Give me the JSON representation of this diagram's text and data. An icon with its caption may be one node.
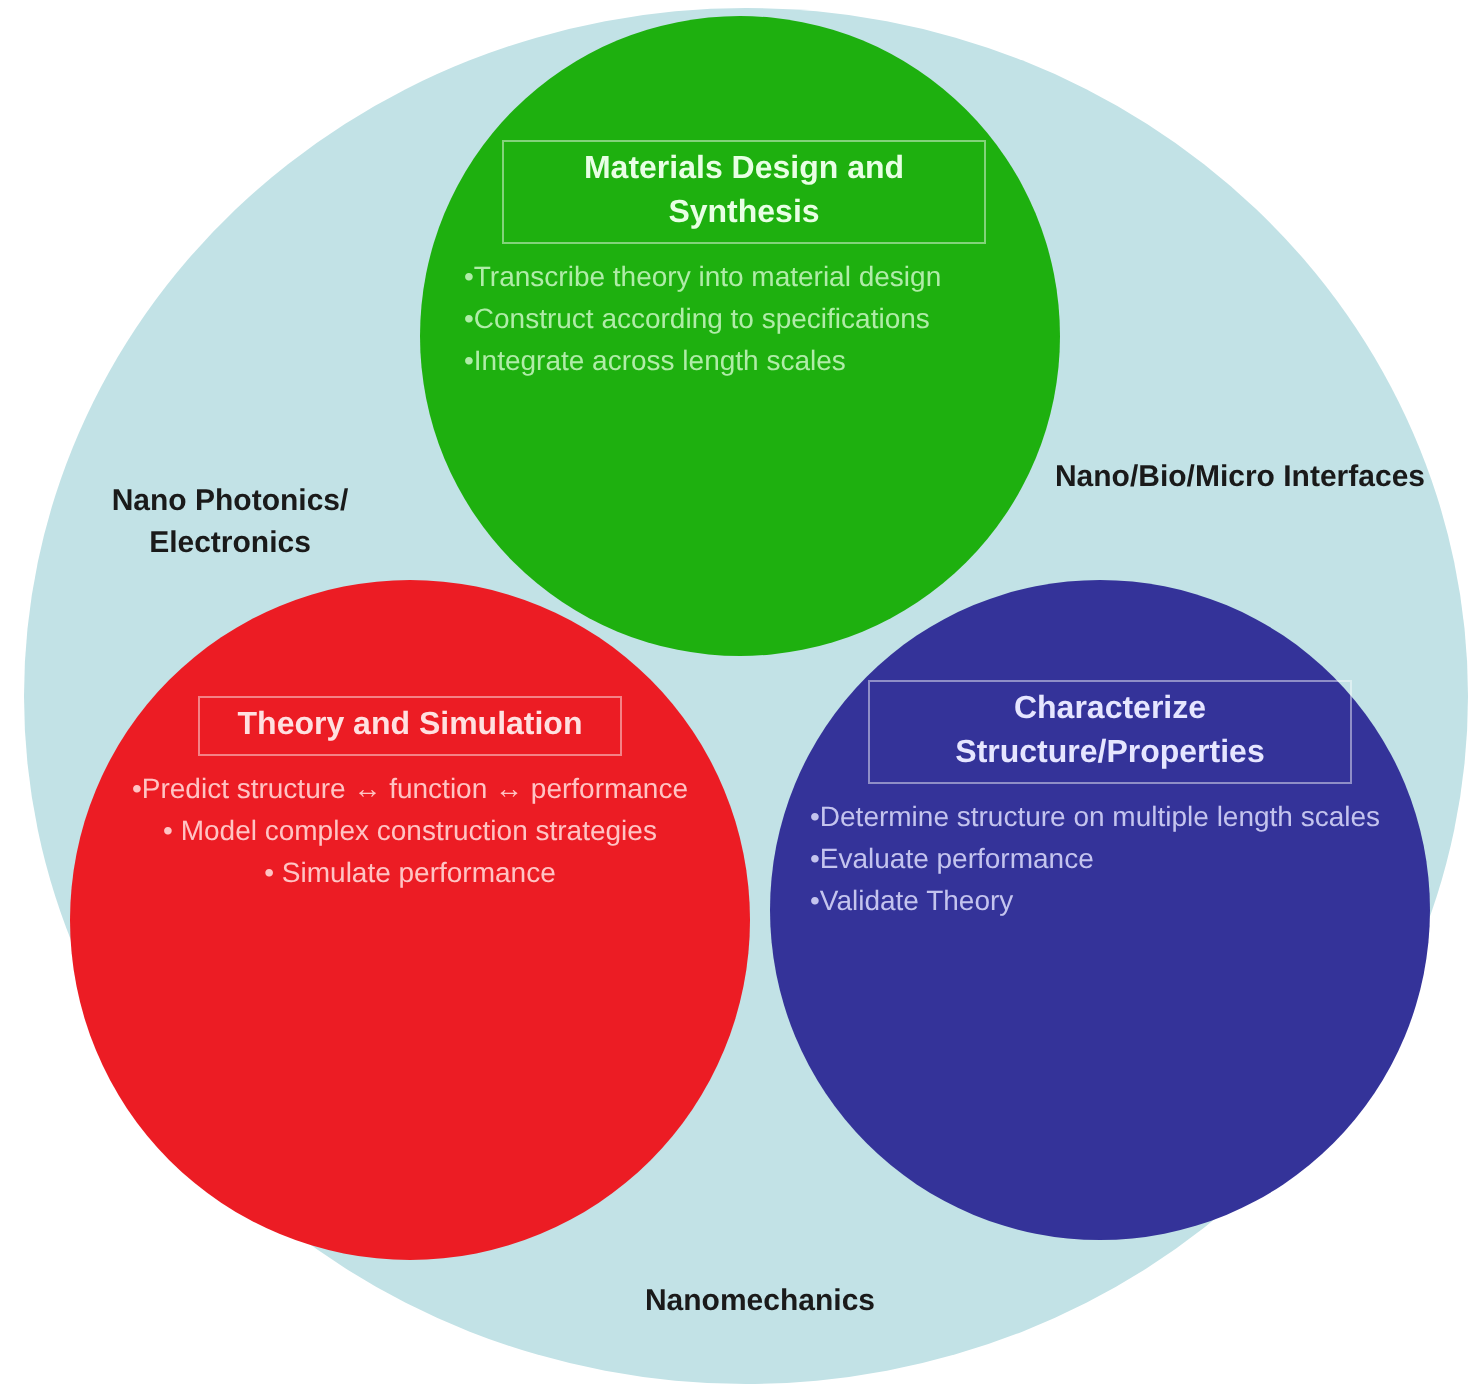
{
  "diagram": {
    "nodes": [
      {
        "text": [
          "Nano Photonics/ Electronics",
          "Nano/Bio/Micro Interfaces",
          "Nanomechanics"
        ]
      },
      {
        "text": [
          "Materials Design and Synthesis",
          "•Transcribe theory into material design",
          "•Construct according to specifications",
          "•Integrate across length scales"
        ],
        "in": 0
      },
      {
        "text": [
          "Theory and Simulation",
          "•Predict structure ↔ function ↔ performance",
          "• Model complex construction strategies",
          "• Simulate performance"
        ],
        "in": 0
      },
      {
        "text": [
          "Characterize Structure/Properties",
          "•Determine structure on multiple length scales",
          "•Evaluate performance",
          "•Validate Theory"
        ],
        "in": 0
      }
    ]
  }
}
